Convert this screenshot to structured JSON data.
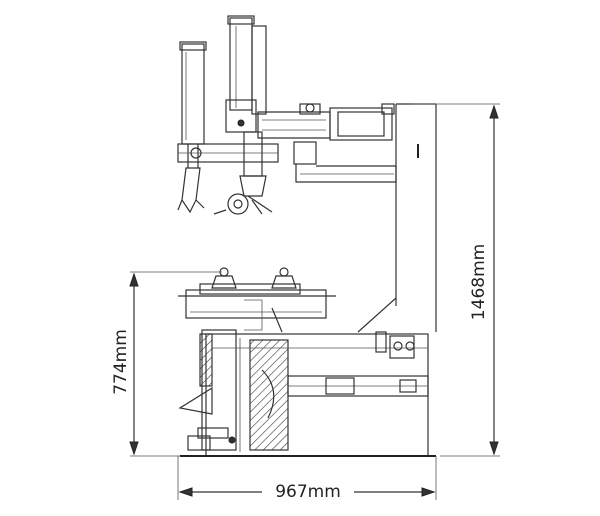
{
  "dimensions": {
    "height_total": "1468mm",
    "height_table": "774mm",
    "width_total": "967mm"
  },
  "colors": {
    "line": "#333333",
    "background": "#ffffff"
  }
}
